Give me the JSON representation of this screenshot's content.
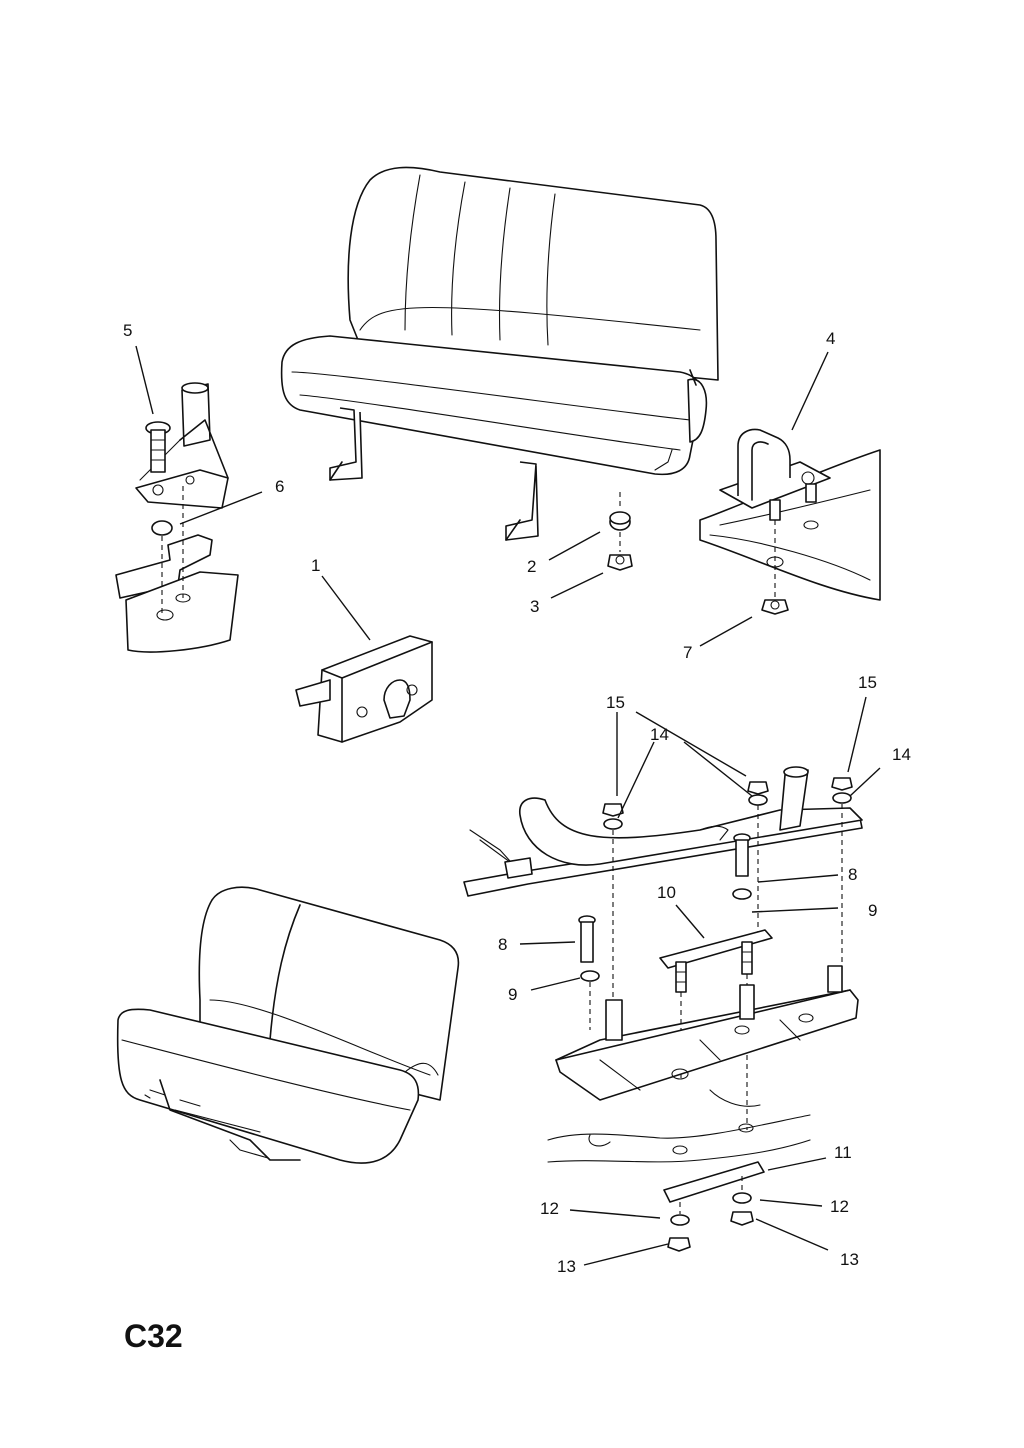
{
  "diagram": {
    "page_code": "C32",
    "callouts": [
      {
        "id": "c1",
        "label": "1"
      },
      {
        "id": "c2",
        "label": "2"
      },
      {
        "id": "c3",
        "label": "3"
      },
      {
        "id": "c4",
        "label": "4"
      },
      {
        "id": "c5",
        "label": "5"
      },
      {
        "id": "c6",
        "label": "6"
      },
      {
        "id": "c7",
        "label": "7"
      },
      {
        "id": "c15a",
        "label": "15"
      },
      {
        "id": "c15b",
        "label": "15"
      },
      {
        "id": "c14a",
        "label": "14"
      },
      {
        "id": "c14b",
        "label": "14"
      },
      {
        "id": "c8a",
        "label": "8"
      },
      {
        "id": "c8b",
        "label": "8"
      },
      {
        "id": "c9a",
        "label": "9"
      },
      {
        "id": "c9b",
        "label": "9"
      },
      {
        "id": "c10",
        "label": "10"
      },
      {
        "id": "c11",
        "label": "11"
      },
      {
        "id": "c12a",
        "label": "12"
      },
      {
        "id": "c12b",
        "label": "12"
      },
      {
        "id": "c13a",
        "label": "13"
      },
      {
        "id": "c13b",
        "label": "13"
      }
    ]
  }
}
